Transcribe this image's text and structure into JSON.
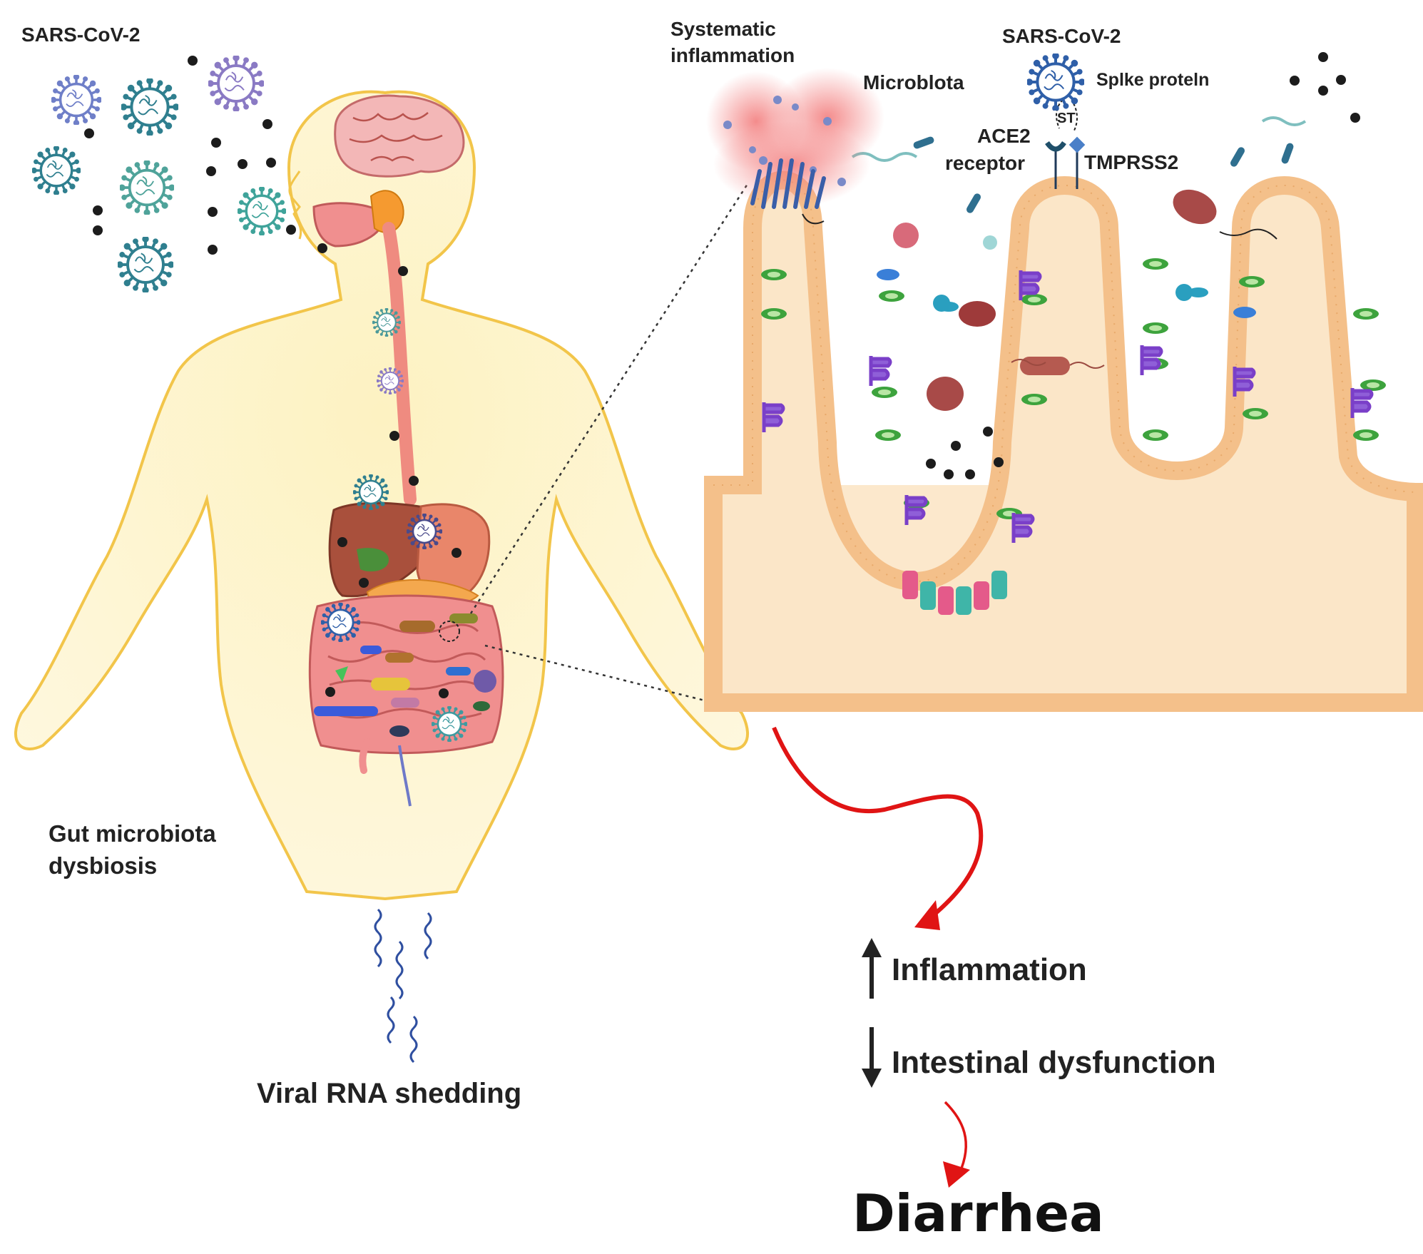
{
  "labels": {
    "sars_left": "SARS-CoV-2",
    "systematic_inflammation_line1": "Systematic",
    "systematic_inflammation_line2": "inflammation",
    "microbiota": "Microblota",
    "sars_right": "SARS-CoV-2",
    "spike_protein": "Splke proteln",
    "st": "ST",
    "ace2": "ACE2",
    "receptor": "receptor",
    "tmprss2": "TMPRSS2",
    "gut_dysbiosis_line1": "Gut microbiota",
    "gut_dysbiosis_line2": "dysbiosis",
    "viral_rna_shedding": "Viral RNA shedding",
    "inflammation": "Inflammation",
    "intestinal_dysfunction": "Intestinal dysfunction",
    "diarrhea": "Diarrhea"
  },
  "colors": {
    "skin": "#fdf3c6",
    "skin_outline": "#f2c54a",
    "tissue": "#fbe6c8",
    "epithelium": "#f4c08a",
    "arrow_red": "#e01414",
    "intestine": "#f08f8f",
    "liver": "#a9503c",
    "virus_teal": "#2f8f8f",
    "virus_purple": "#7a64b8",
    "text": "#222222"
  },
  "icons": [
    "virus-icon",
    "brain-icon",
    "liver-icon",
    "bacteria-icon",
    "goblet-cell-icon",
    "immune-cell-icon",
    "rna-strand-icon",
    "up-arrow-icon",
    "down-arrow-icon",
    "curved-red-arrow-icon"
  ]
}
